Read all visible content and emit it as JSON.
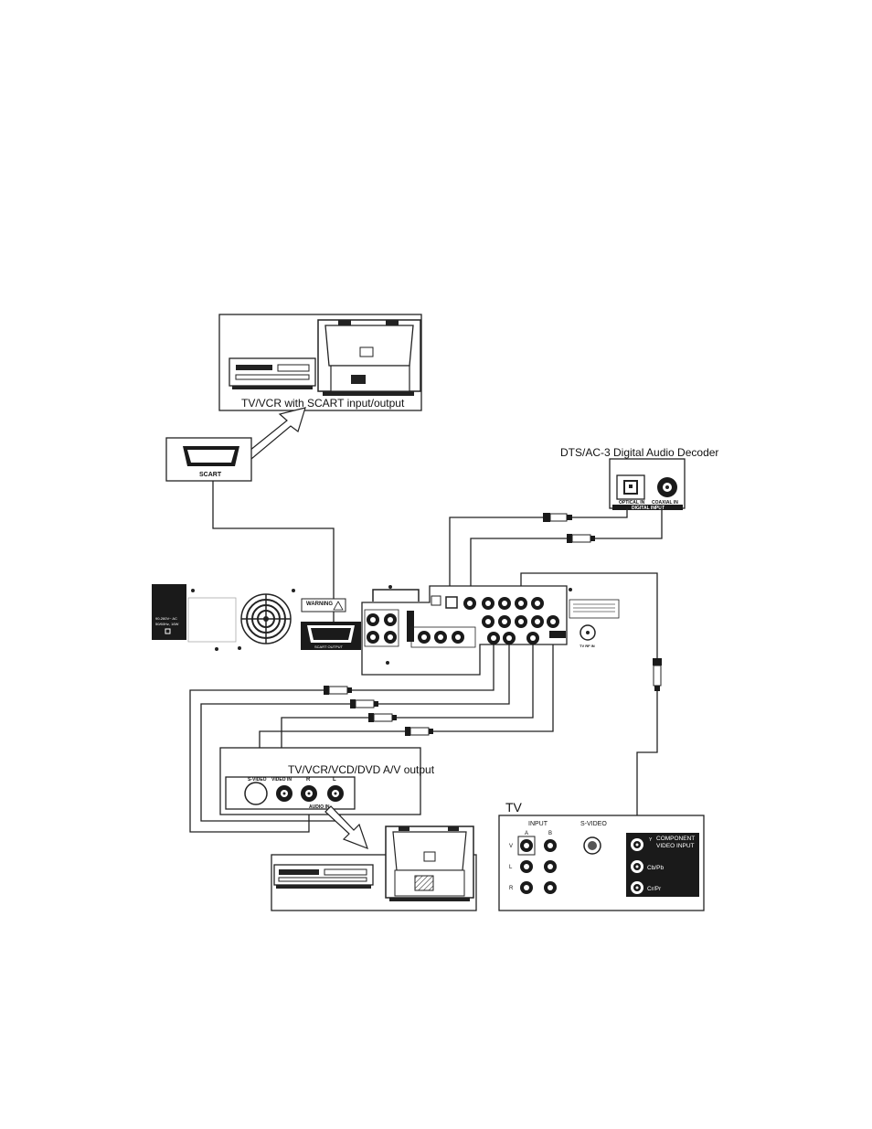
{
  "scart_device": {
    "title": "TV/VCR with SCART input/output",
    "connector_label": "SCART"
  },
  "decoder": {
    "title": "DTS/AC-3 Digital Audio Decoder",
    "optical_label": "OPTICAL IN",
    "coaxial_label": "COAXIAL IN",
    "group_label": "DIGITAL INPUT"
  },
  "player": {
    "warning_label": "WARNING",
    "scart_output_label": "SCART OUTPUT",
    "tv_rf_in_label": "TV RF IN",
    "power_spec_line1": "90-260V~ AC",
    "power_spec_line2": "50/60Hz, 16W"
  },
  "av_device": {
    "title": "TV/VCR/VCD/DVD A/V output",
    "svideo_label": "S-VIDEO",
    "video_in_label": "VIDEO IN",
    "r_label": "R",
    "l_label": "L",
    "audio_in_label": "AUDIO IN"
  },
  "tv_panel": {
    "title": "TV",
    "input_label": "INPUT",
    "col_a": "A",
    "col_b": "B",
    "row_v": "V",
    "row_l": "L",
    "row_r": "R",
    "svideo_label": "S-VIDEO",
    "component_line1": "COMPONENT",
    "component_line2": "VIDEO INPUT",
    "y_label": "Y",
    "cb_label": "Cb/Pb",
    "cr_label": "Cr/Pr"
  }
}
